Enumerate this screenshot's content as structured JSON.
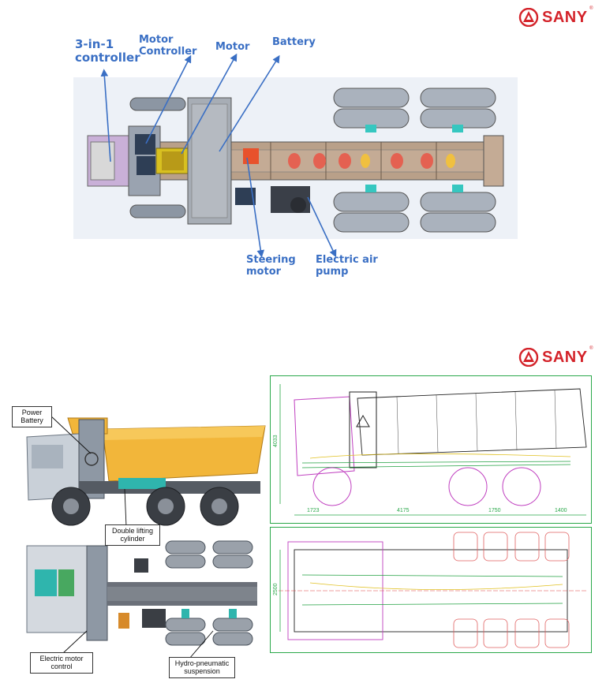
{
  "brand": {
    "name": "SANY",
    "reg_mark": "®",
    "color": "#d4232a"
  },
  "top_diagram": {
    "labels": {
      "three_in_one": [
        "3-in-1",
        "controller"
      ],
      "motor_controller": [
        "Motor",
        "Controller"
      ],
      "motor": "Motor",
      "battery": "Battery",
      "steering_motor": [
        "Steering",
        "motor"
      ],
      "electric_air_pump": [
        "Electric air",
        "pump"
      ]
    },
    "label_color": "#3a6fc4"
  },
  "bottom_diagram": {
    "labels": {
      "power_battery": [
        "Power",
        "Battery"
      ],
      "double_lifting_cylinder": [
        "Double lifting",
        "cylinder"
      ],
      "electric_motor_control": [
        "Electric motor",
        "control"
      ],
      "hydro_pneumatic_suspension": [
        "Hydro-pneumatic",
        "suspension"
      ]
    },
    "dimensions": {
      "height": "4033",
      "segment_1": "1723",
      "segment_2": "4175",
      "segment_3": "1750",
      "segment_4": "1400",
      "width": "2500"
    }
  }
}
